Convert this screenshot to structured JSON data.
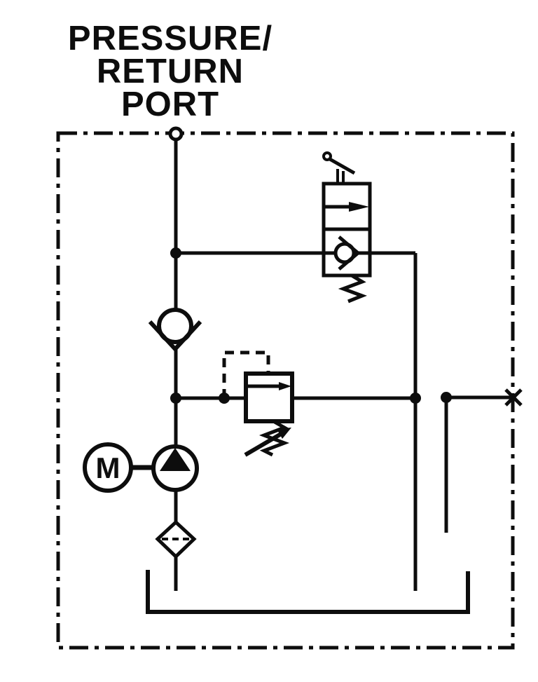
{
  "page": {
    "background_color": "#ffffff",
    "ink_color": "#0d0d0d",
    "kind": "hydraulic-schematic"
  },
  "title": {
    "lines": [
      "PRESSURE/",
      "RETURN",
      "PORT"
    ]
  },
  "labels": {
    "motor": "M"
  },
  "components": [
    {
      "name": "pressure-return-port",
      "symbol": "circle on boundary"
    },
    {
      "name": "system-boundary",
      "symbol": "dash-dot enclosure"
    },
    {
      "name": "lever-check-valve",
      "symbol": "2-position manual lever valve with check, spring return"
    },
    {
      "name": "check-valve",
      "symbol": "ball-and-seat check, free flow up"
    },
    {
      "name": "relief-valve",
      "symbol": "pilot-operated adjustable relief"
    },
    {
      "name": "electric-motor",
      "symbol": "circle with M"
    },
    {
      "name": "pump",
      "symbol": "circle with solid triangle, flow up"
    },
    {
      "name": "suction-filter",
      "symbol": "diamond with dashed element"
    },
    {
      "name": "reservoir",
      "symbol": "open tank"
    },
    {
      "name": "plugged-port",
      "symbol": "X on boundary"
    }
  ]
}
